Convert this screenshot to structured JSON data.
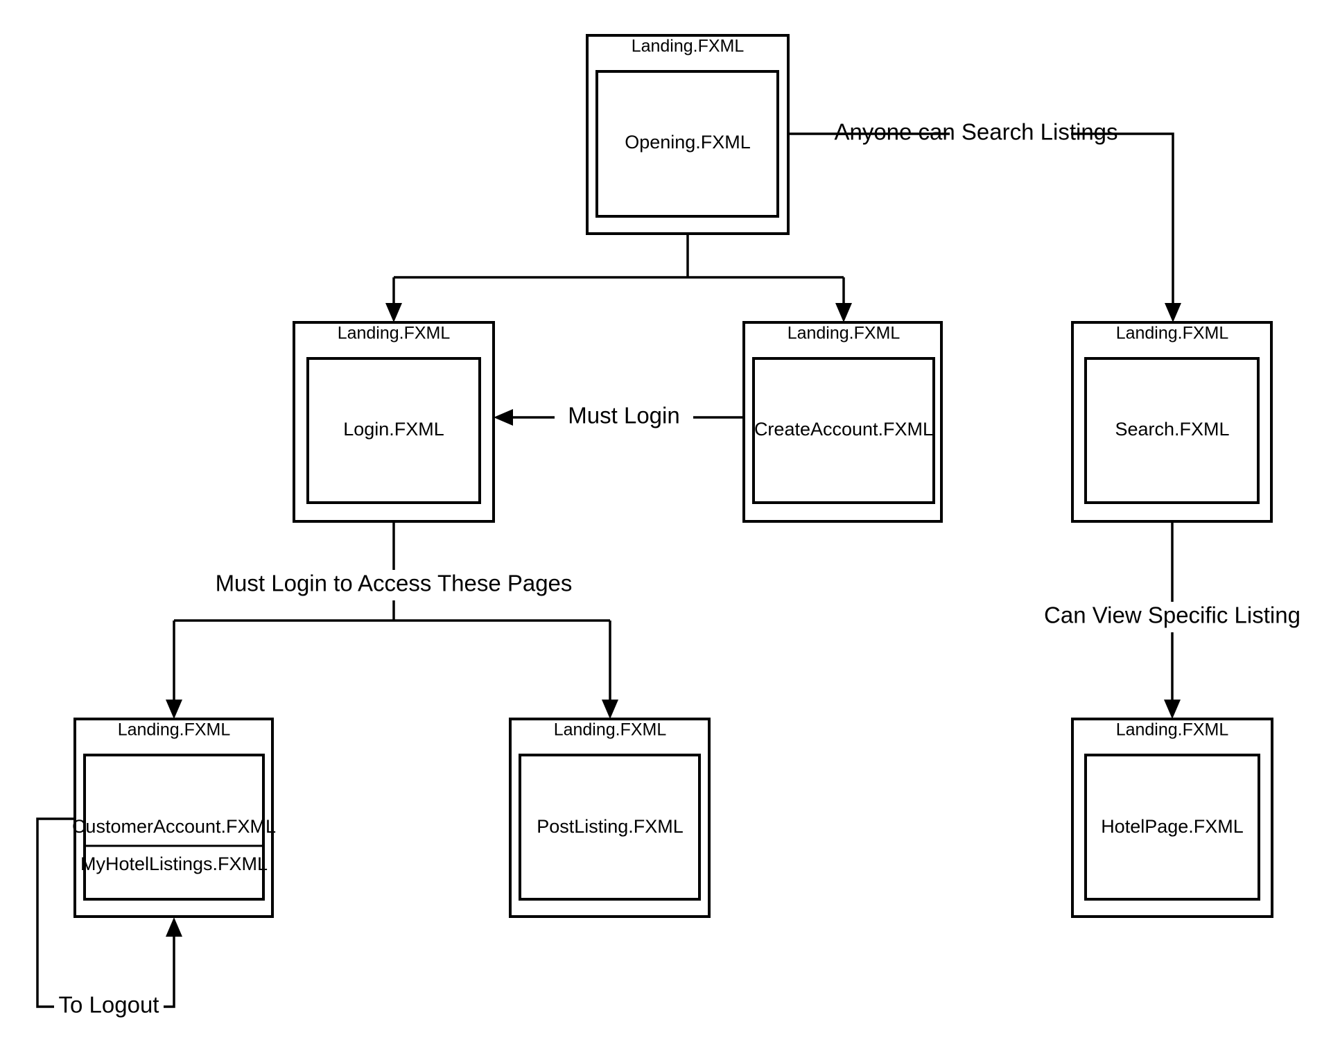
{
  "diagram": {
    "title": "FXML Page Navigation Flow",
    "type": "flowchart",
    "background_color": "#ffffff",
    "line_color": "#000000",
    "nodes": [
      {
        "id": "opening",
        "container_label": "Landing.FXML",
        "screens": [
          "Opening.FXML"
        ]
      },
      {
        "id": "login",
        "container_label": "Landing.FXML",
        "screens": [
          "Login.FXML"
        ]
      },
      {
        "id": "create_account",
        "container_label": "Landing.FXML",
        "screens": [
          "CreateAccount.FXML"
        ]
      },
      {
        "id": "search",
        "container_label": "Landing.FXML",
        "screens": [
          "Search.FXML"
        ]
      },
      {
        "id": "customer_account",
        "container_label": "Landing.FXML",
        "screens": [
          "CustomerAccount.FXML",
          "MyHotelListings.FXML"
        ]
      },
      {
        "id": "post_listing",
        "container_label": "Landing.FXML",
        "screens": [
          "PostListing.FXML"
        ]
      },
      {
        "id": "hotel_page",
        "container_label": "Landing.FXML",
        "screens": [
          "HotelPage.FXML"
        ]
      }
    ],
    "edge_labels": {
      "anyone_search": "Anyone can Search Listings",
      "must_login": "Must Login",
      "must_login_access": "Must Login to Access These Pages",
      "can_view_listing": "Can View Specific Listing",
      "to_logout": "To Logout"
    }
  }
}
